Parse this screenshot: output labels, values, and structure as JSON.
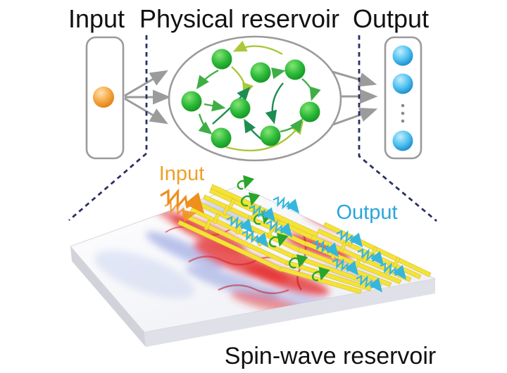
{
  "top_diagram": {
    "input_label": "Input",
    "reservoir_label": "Physical reservoir",
    "output_label": "Output",
    "input_nodes": 1,
    "reservoir_nodes": 8,
    "output_nodes_visible": 3,
    "output_has_ellipsis": true
  },
  "device": {
    "input_label": "Input",
    "output_label": "Output",
    "caption": "Spin-wave reservoir"
  },
  "colors": {
    "input_node": "#f5a843",
    "reservoir_node": "#2ebc3a",
    "output_node": "#4fc3f1",
    "connector_gray": "#9b9b9b",
    "dashed_line_navy": "#2a2f63",
    "device_input_label": "#efa028",
    "device_output_label": "#2aa6dc",
    "electrode_yellow": "#f4e336",
    "wave_red": "#e63232",
    "wave_blue": "#8796dc"
  }
}
